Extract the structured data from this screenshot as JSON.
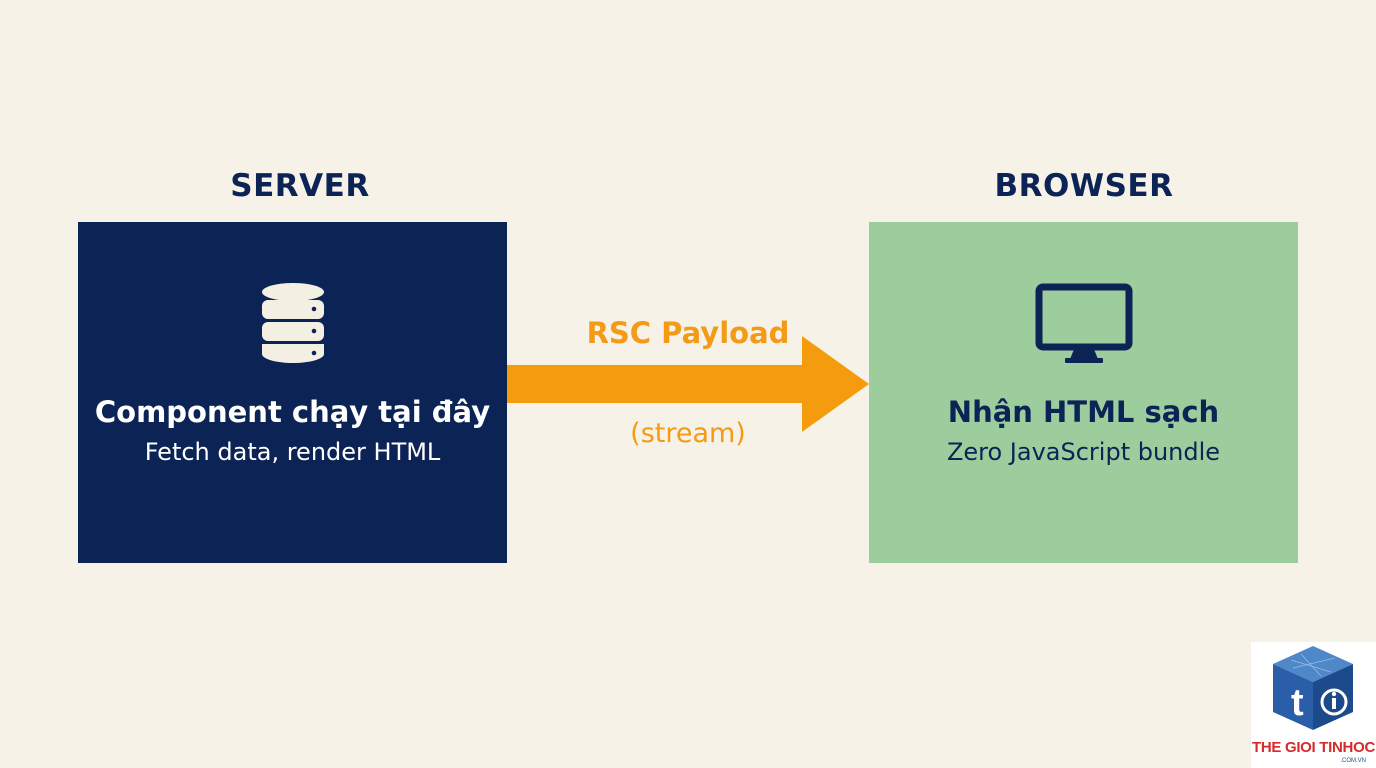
{
  "server": {
    "heading": "SERVER",
    "icon": "database-icon",
    "title": "Component chạy tại đây",
    "subtitle": "Fetch data, render HTML",
    "color": "#0c2356"
  },
  "browser": {
    "heading": "BROWSER",
    "icon": "monitor-icon",
    "title": "Nhận HTML sạch",
    "subtitle": "Zero JavaScript bundle",
    "color": "#9dcd9d"
  },
  "arrow": {
    "label": "RSC Payload",
    "sublabel": "(stream)",
    "color": "#f39a16"
  },
  "watermark": {
    "icon": "thegioitinhoc-cube-logo",
    "brand": "THE GIOI TINHOC",
    "domain": ".COM.VN",
    "brand_color": "#d72a2a"
  },
  "background": "#f6f2e7"
}
